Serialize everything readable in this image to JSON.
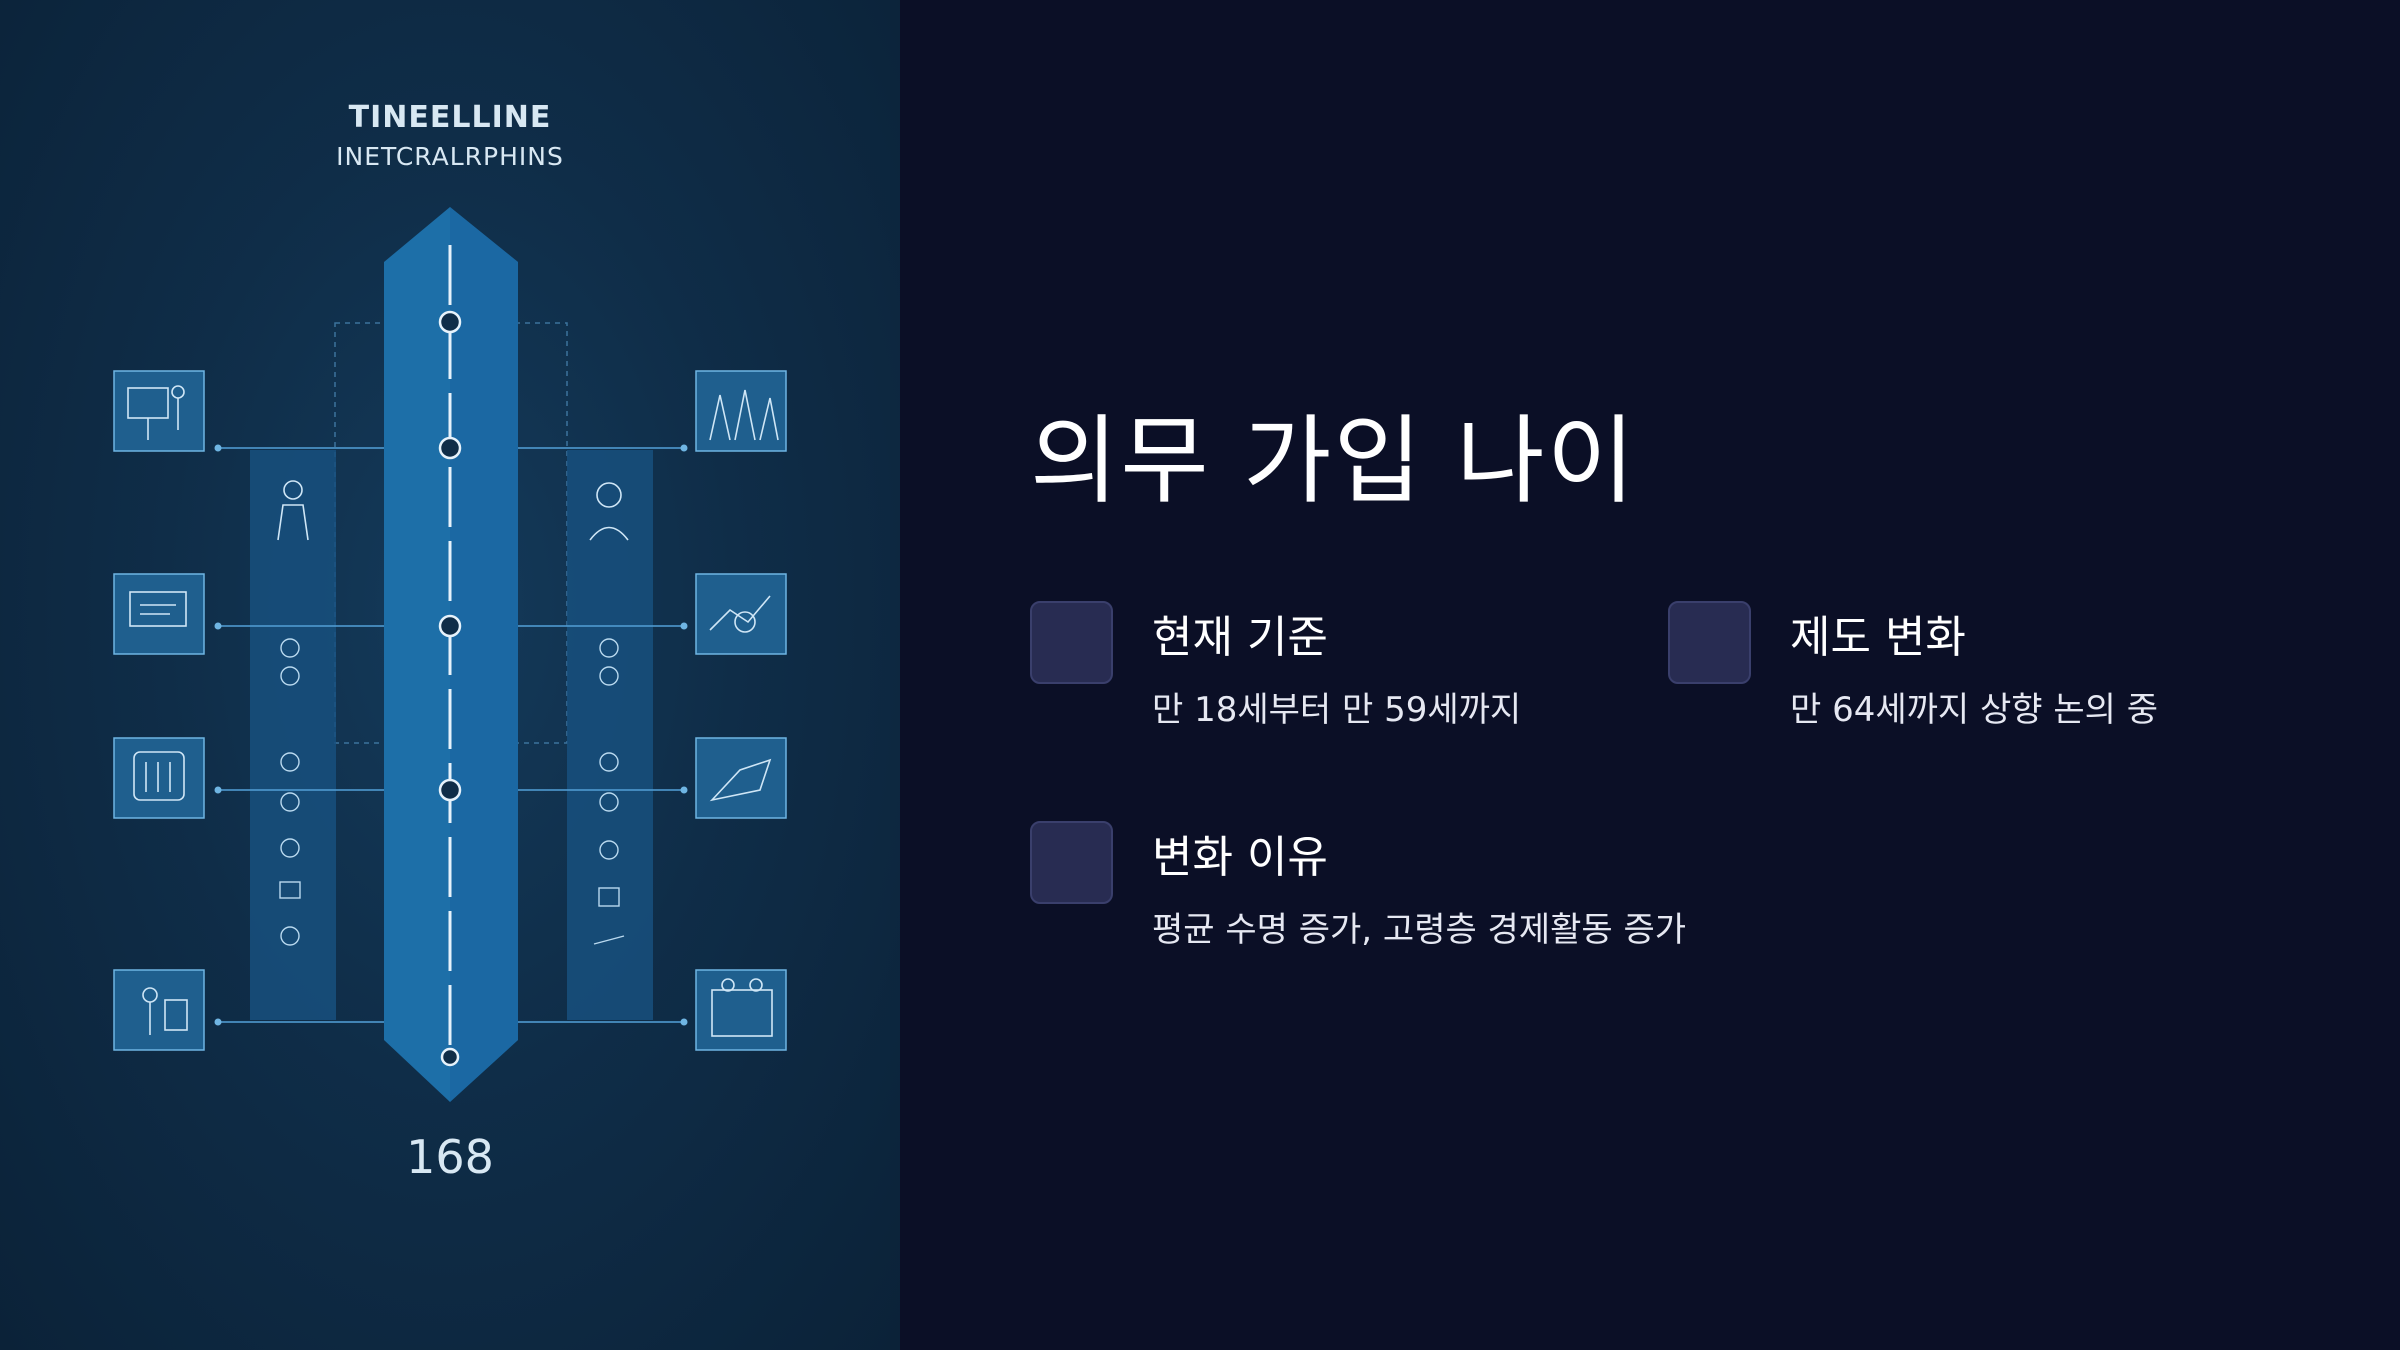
{
  "infographic": {
    "title_line1": "TINEELLINE",
    "title_line2": "INETCRALRPHINS",
    "number": "168"
  },
  "main": {
    "title": "의무 가입 나이"
  },
  "cards": [
    {
      "heading": "현재 기준",
      "description": "만 18세부터 만 59세까지"
    },
    {
      "heading": "제도 변화",
      "description": "만 64세까지 상향 논의 중"
    },
    {
      "heading": "변화 이유",
      "description": "평균 수명 증가, 고령층 경제활동 증가"
    }
  ],
  "colors": {
    "background": "#0b0f26",
    "card_box": "#282c52",
    "panel": "#0f2d48",
    "arrow": "#1d6fa8"
  }
}
